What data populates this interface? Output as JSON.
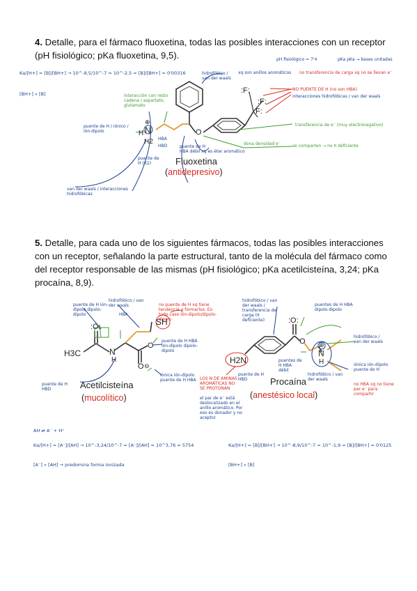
{
  "q4": {
    "number": "4.",
    "text": "Detalle, para el fármaco fluoxetina, todas las posibles interacciones con un receptor (pH fisiológico; pKa fluoxetina, 9,5).",
    "ph_note": "pH fisiológico = 7'4",
    "pka_note": "pKa pKa → bases unitadas",
    "calc": "Ka/[H+] = [B]/[BH+] → 10^-9,5/10^-7 = 10^-2,5 = [B]/[BH+] = 0'00316",
    "conclusion": "[BH+] » [B]",
    "drug_name": "Fluoxetina",
    "drug_class_open": "(",
    "drug_class": "antidepresivo",
    "drug_class_close": ")",
    "atoms": {
      "F1": ":F:",
      "F2": ":F:",
      "F3": ":F:",
      "O": "O",
      "N": "N",
      "H": "H",
      "H2": "H2",
      "plus": "⊕"
    },
    "notes": {
      "hidrofobico": "hidrofóbico / van der waals",
      "aromatico": "xq son anillos aromáticos",
      "transferencia": "no transferencia de carga xq no se llevan e⁻",
      "puente_f": "NO PUENTE DE H (no son HBA)",
      "interacciones_f": "interacciones hidrofóbicas / van der waals",
      "transferencia_e": "transferencia de e⁻ (muy electronegativo)",
      "cadena": "interacción con resto cadena / aspartato, glutamato",
      "puente_ion": "puente de H / iónico / ión-dipolo",
      "hba": "HBA",
      "hbd": "HBD",
      "puente_hbd": "puente de H (X2)",
      "densidad": "dona densidad e⁻",
      "compiten": "se comparten → no π deficiente",
      "puente_o": "puente de H",
      "hba_debil": "HBA débil xq es éter aromático",
      "vdw_bottom": "van der waals / interacciones hidrofóbicas"
    }
  },
  "q5": {
    "number": "5.",
    "text": "Detalle, para cada uno de los siguientes fármacos, todas las posibles interacciones con un receptor, señalando la parte estructural, tanto de la molécula del fármaco como del receptor responsable de las mismas (pH fisiológico; pKa acetilcisteína, 3,24; pKa procaína, 8,9).",
    "acetyl": {
      "name": "Acetilcisteína",
      "class_open": "(",
      "class": "mucolítico",
      "class_close": ")",
      "atoms": {
        "SH": "SH",
        "H3C": "H3C",
        "N": "N",
        "H": "H",
        "O1": ":O:",
        "O2": "O",
        "O3": "O",
        "minus": "⊖"
      },
      "notes": {
        "puente_hba": "puente de H ión-dipolo dipolo-dipolo",
        "hba": "HBA",
        "hidrofobico": "hidrofóbico / van der waals",
        "no_puente": "no puente de H xq tiene tendencia a formarlos. En todo caso ión-dipolo/dipolo-dipolo",
        "puente_o": "puente de H HBA ión-dipolo dipolo-dipolo",
        "puente_hbd": "puente de H HBD",
        "ionica": "iónica ión-dipolo puente de H HBA",
        "calc": "Ka/[H+] = [A⁻]/[AH] → 10^-3,24/10^-7 = [A⁻]/[AH] = 10^3,76 = 5754",
        "reaction": "AH ⇌ A⁻ + H⁺",
        "conclusion": "[A⁻] » [AH] → predomina forma ionizada"
      }
    },
    "procaina": {
      "name": "Procaína",
      "class_open": "(",
      "class": "anestésico local",
      "class_close": ")",
      "atoms": {
        "H2N": "H2N",
        "O1": ":O:",
        "O2": "O",
        "N": "N",
        "H": "H",
        "plus": "⊕"
      },
      "notes": {
        "vdw": "hidrofóbico / van der waals / transferencia de carga (π deficiente)",
        "puente_hba": "puentes de H HBA dipolo-dipolo",
        "hidrofobico_r": "hidrofóbico / van der waals",
        "ionica": "iónica ión-dipolo puente de H",
        "no_hba": "no HBA xq no tiene par e⁻ para compartir",
        "hba_debil": "puentes de H HBA débil",
        "hidrofobico_b": "hidrofóbico / van der waals",
        "puente_hbd": "puente de H HBD",
        "aminas": "LOS N DE AMINAS AROMÁTICAS NO SE PROTONAN",
        "par": "el par de e⁻ está deslocalizado en el anillo aromático. Por eso es donador y no aceptor",
        "calc": "Ka/[H+] = [B]/[BH+] → 10^-8,9/10^-7 = 10^-1,9 = [B]/[BH+] = 0'0125",
        "conclusion": "[BH+] » [B]"
      }
    }
  }
}
